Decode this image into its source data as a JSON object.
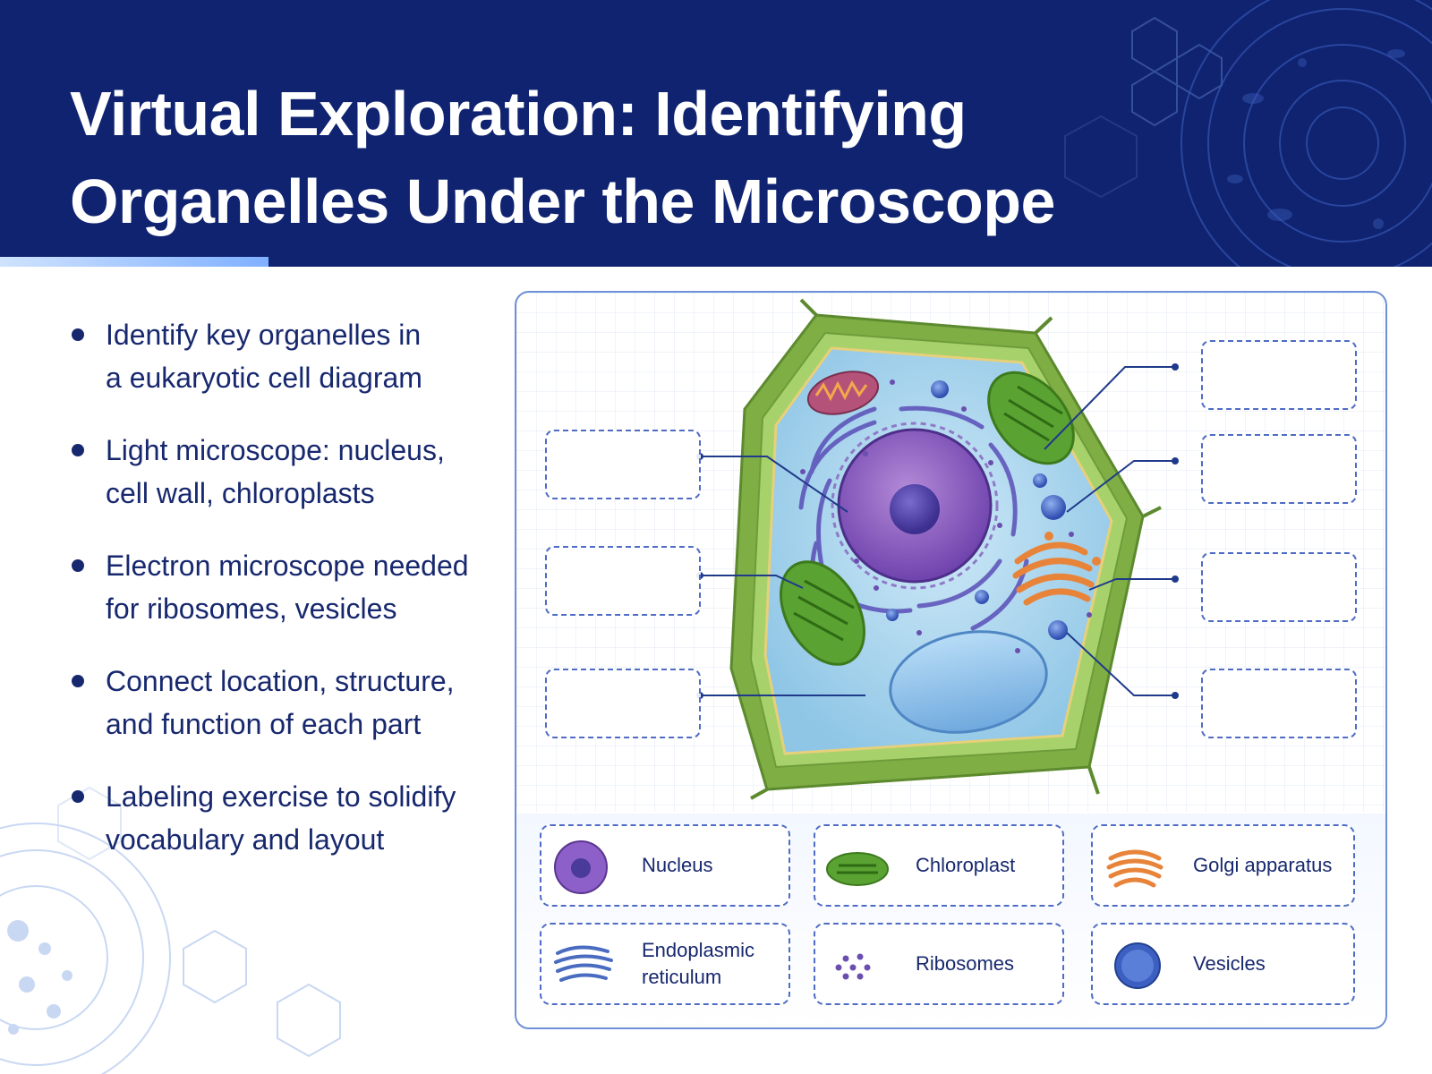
{
  "slide": {
    "title_line1": "Virtual Exploration: Identifying",
    "title_line2": "Organelles Under the Microscope"
  },
  "bullets": [
    {
      "line1": "Identify key organelles in",
      "line2": "a eukaryotic cell diagram"
    },
    {
      "line1": "Light microscope: nucleus,",
      "line2": "cell wall, chloroplasts"
    },
    {
      "line1": "Electron microscope needed",
      "line2": "for ribosomes, vesicles"
    },
    {
      "line1": "Connect location, structure,",
      "line2": "and function of each part"
    },
    {
      "line1": "Labeling exercise to solidify",
      "line2": "vocabulary and layout"
    }
  ],
  "legend": [
    {
      "label": "Nucleus",
      "icon": "nucleus-icon",
      "color": "#7d4fb8"
    },
    {
      "label": "Chloroplast",
      "icon": "chloroplast-icon",
      "color": "#4f9a2e"
    },
    {
      "label": "Golgi apparatus",
      "icon": "golgi-icon",
      "color": "#e8843a"
    },
    {
      "label": "Endoplasmic reticulum",
      "icon": "er-icon",
      "color": "#4a6cc0"
    },
    {
      "label": "Ribosomes",
      "icon": "ribosome-icon",
      "color": "#6a4fb0"
    },
    {
      "label": "Vesicles",
      "icon": "vesicle-icon",
      "color": "#3c5fc2"
    }
  ],
  "colors": {
    "header_bg": "#0f2370",
    "text_dark": "#17286e",
    "dashed_border": "#4f6cc4",
    "cell_wall": "#8fbf55",
    "cytoplasm": "#a9d4ee",
    "vacuole": "#8ec2ec"
  }
}
